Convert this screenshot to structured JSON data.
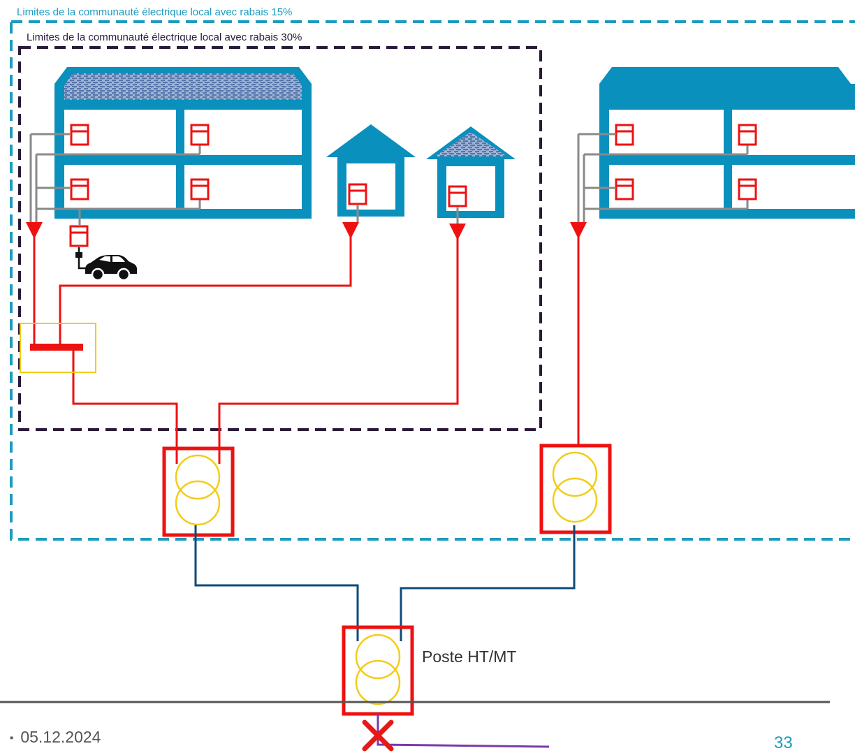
{
  "boundaries": {
    "discount_15_label": "Limites de la communauté électrique local avec rabais 15%",
    "discount_30_label": "Limites de la communauté électrique local avec rabais 30%"
  },
  "substation": {
    "label": "Poste HT/MT"
  },
  "footer": {
    "date": "05.12.2024",
    "date_bullet": "▪",
    "page_number": "33"
  },
  "colors": {
    "building": "#0a90bc",
    "roof_solar": "#4a6fa8",
    "meter": "#ee1111",
    "lv_line": "#ee1111",
    "mv_line": "#0e4a78",
    "internal_wiring": "#8a8a8a",
    "transformer_coil": "#f2cc18",
    "boundary_15": "#1e9bbf",
    "boundary_30": "#2a1a3a",
    "busbar_box": "#f2cc18",
    "cut_marker": "#e81818",
    "hv_line": "#7a3aa8"
  },
  "icons": [
    "electric-car-icon",
    "plug-icon",
    "transformer-icon",
    "cut-x-icon"
  ]
}
